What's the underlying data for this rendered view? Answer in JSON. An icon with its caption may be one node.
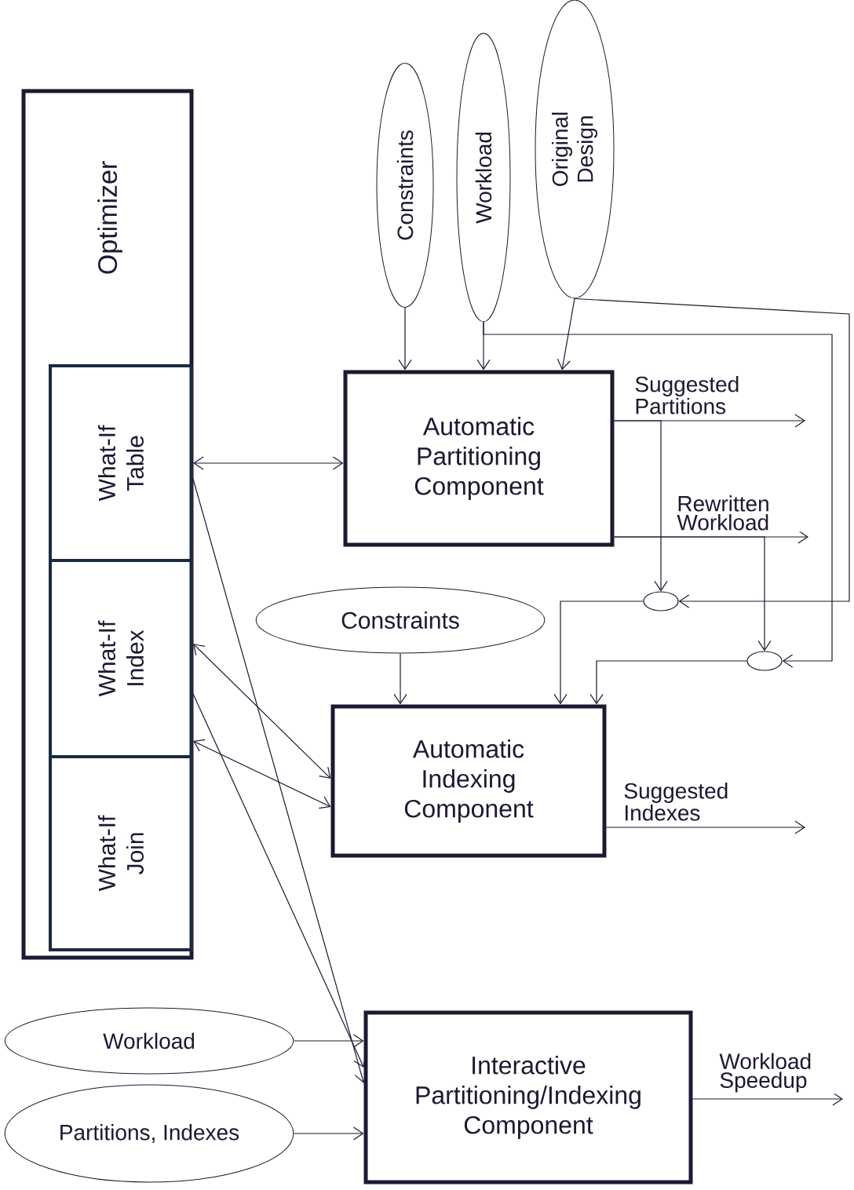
{
  "diagram": {
    "nodes": [
      {
        "text": [
          "Optimizer"
        ]
      },
      {
        "text": [
          "What-If Table"
        ],
        "in": 0
      },
      {
        "text": [
          "What-If Index"
        ],
        "in": 0
      },
      {
        "text": [
          "What-If Join"
        ],
        "in": 0
      },
      {
        "text": [
          "Constraints"
        ]
      },
      {
        "text": [
          "Workload"
        ]
      },
      {
        "text": [
          "Original Design"
        ]
      },
      {
        "text": [
          "Automatic Partitioning Component"
        ]
      },
      {
        "text": [
          "Constraints"
        ]
      },
      {
        "text": [],
        "shape": "circle"
      },
      {
        "text": [],
        "shape": "circle"
      },
      {
        "text": [
          "Automatic Indexing Component"
        ]
      },
      {
        "text": [
          "Workload"
        ]
      },
      {
        "text": [
          "Partitions, Indexes"
        ]
      },
      {
        "text": [
          "Interactive Partitioning/Indexing Component"
        ]
      }
    ],
    "edges": [
      {
        "from": 4,
        "to": 7,
        "arrow": "to"
      },
      {
        "from": 5,
        "to": 7,
        "arrow": "to"
      },
      {
        "from": 6,
        "to": 7,
        "arrow": "to"
      },
      {
        "from": 5,
        "to": 10,
        "arrow": "to"
      },
      {
        "from": 6,
        "to": 9,
        "arrow": "to"
      },
      {
        "from": 7,
        "to": null,
        "arrow": "to",
        "label": "Suggested Partitions"
      },
      {
        "from": 7,
        "to": 9,
        "arrow": "to"
      },
      {
        "from": 7,
        "to": null,
        "arrow": "to",
        "label": "Rewritten Workload"
      },
      {
        "from": 7,
        "to": 10,
        "arrow": "to"
      },
      {
        "from": 9,
        "to": 11,
        "arrow": "to"
      },
      {
        "from": 10,
        "to": 11,
        "arrow": "to"
      },
      {
        "from": 8,
        "to": 11,
        "arrow": "to"
      },
      {
        "from": 1,
        "to": 7,
        "arrow": "both"
      },
      {
        "from": 2,
        "to": 11,
        "arrow": "both"
      },
      {
        "from": 2,
        "to": 11,
        "arrow": "both"
      },
      {
        "from": 11,
        "to": null,
        "arrow": "to",
        "label": "Suggested Indexes"
      },
      {
        "from": 1,
        "to": 14,
        "arrow": "to"
      },
      {
        "from": 2,
        "to": 14,
        "arrow": "to"
      },
      {
        "from": 12,
        "to": 14,
        "arrow": "to"
      },
      {
        "from": 13,
        "to": 14,
        "arrow": "to"
      },
      {
        "from": 14,
        "to": null,
        "arrow": "to",
        "label": "Workload Speedup"
      }
    ]
  }
}
